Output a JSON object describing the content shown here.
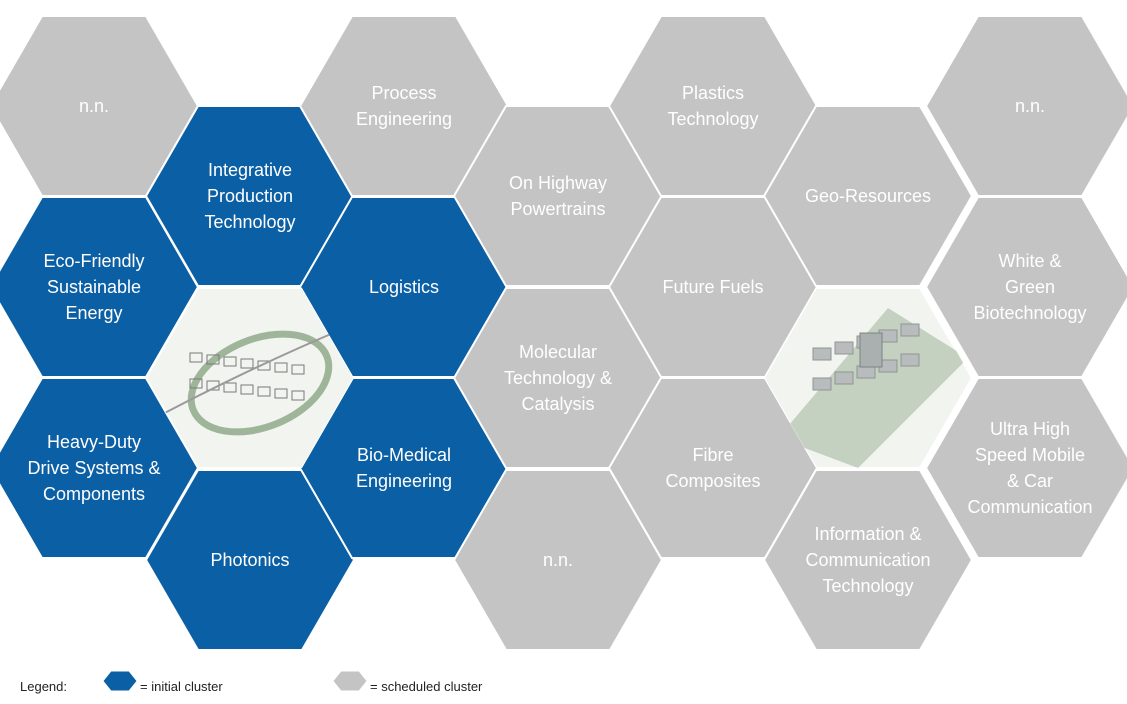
{
  "colors": {
    "initial": "#0b5fa5",
    "scheduled": "#c4c4c4",
    "stroke": "#ffffff",
    "label": "#ffffff",
    "image_base": "#f2f4f0",
    "image_green": "#9fb59a",
    "image_gray": "#b8bcbc"
  },
  "hexagons": [
    {
      "id": "nn-1",
      "lines": [
        "n.n."
      ],
      "status": "scheduled"
    },
    {
      "id": "integrative-production-technology",
      "lines": [
        "Integrative",
        "Production",
        "Technology"
      ],
      "status": "initial"
    },
    {
      "id": "eco-friendly-sustainable-energy",
      "lines": [
        "Eco-Friendly",
        "Sustainable",
        "Energy"
      ],
      "status": "initial"
    },
    {
      "id": "heavy-duty-drive-systems",
      "lines": [
        "Heavy-Duty",
        "Drive Systems &",
        "Components"
      ],
      "status": "initial"
    },
    {
      "id": "photonics",
      "lines": [
        "Photonics"
      ],
      "status": "initial"
    },
    {
      "id": "process-engineering",
      "lines": [
        "Process",
        "Engineering"
      ],
      "status": "scheduled"
    },
    {
      "id": "logistics",
      "lines": [
        "Logistics"
      ],
      "status": "initial"
    },
    {
      "id": "bio-medical-engineering",
      "lines": [
        "Bio-Medical",
        "Engineering"
      ],
      "status": "initial"
    },
    {
      "id": "on-highway-powertrains",
      "lines": [
        "On Highway",
        "Powertrains"
      ],
      "status": "scheduled"
    },
    {
      "id": "molecular-technology-catalysis",
      "lines": [
        "Molecular",
        "Technology &",
        "Catalysis"
      ],
      "status": "scheduled"
    },
    {
      "id": "nn-2",
      "lines": [
        "n.n."
      ],
      "status": "scheduled"
    },
    {
      "id": "plastics-technology",
      "lines": [
        "Plastics",
        "Technology"
      ],
      "status": "scheduled"
    },
    {
      "id": "future-fuels",
      "lines": [
        "Future Fuels"
      ],
      "status": "scheduled"
    },
    {
      "id": "fibre-composites",
      "lines": [
        "Fibre",
        "Composites"
      ],
      "status": "scheduled"
    },
    {
      "id": "geo-resources",
      "lines": [
        "Geo-Resources"
      ],
      "status": "scheduled"
    },
    {
      "id": "information-communication-technology",
      "lines": [
        "Information &",
        "Communication",
        "Technology"
      ],
      "status": "scheduled"
    },
    {
      "id": "nn-3",
      "lines": [
        "n.n."
      ],
      "status": "scheduled"
    },
    {
      "id": "white-green-biotechnology",
      "lines": [
        "White &",
        "Green",
        "Biotechnology"
      ],
      "status": "scheduled"
    },
    {
      "id": "ultra-high-speed-mobile",
      "lines": [
        "Ultra High",
        "Speed Mobile",
        "& Car",
        "Communication"
      ],
      "status": "scheduled"
    }
  ],
  "images": [
    {
      "id": "campus-sketch-left"
    },
    {
      "id": "campus-rendering-right"
    }
  ],
  "legend": {
    "title": "Legend:",
    "initial_label": "= initial cluster",
    "scheduled_label": "= scheduled cluster"
  }
}
